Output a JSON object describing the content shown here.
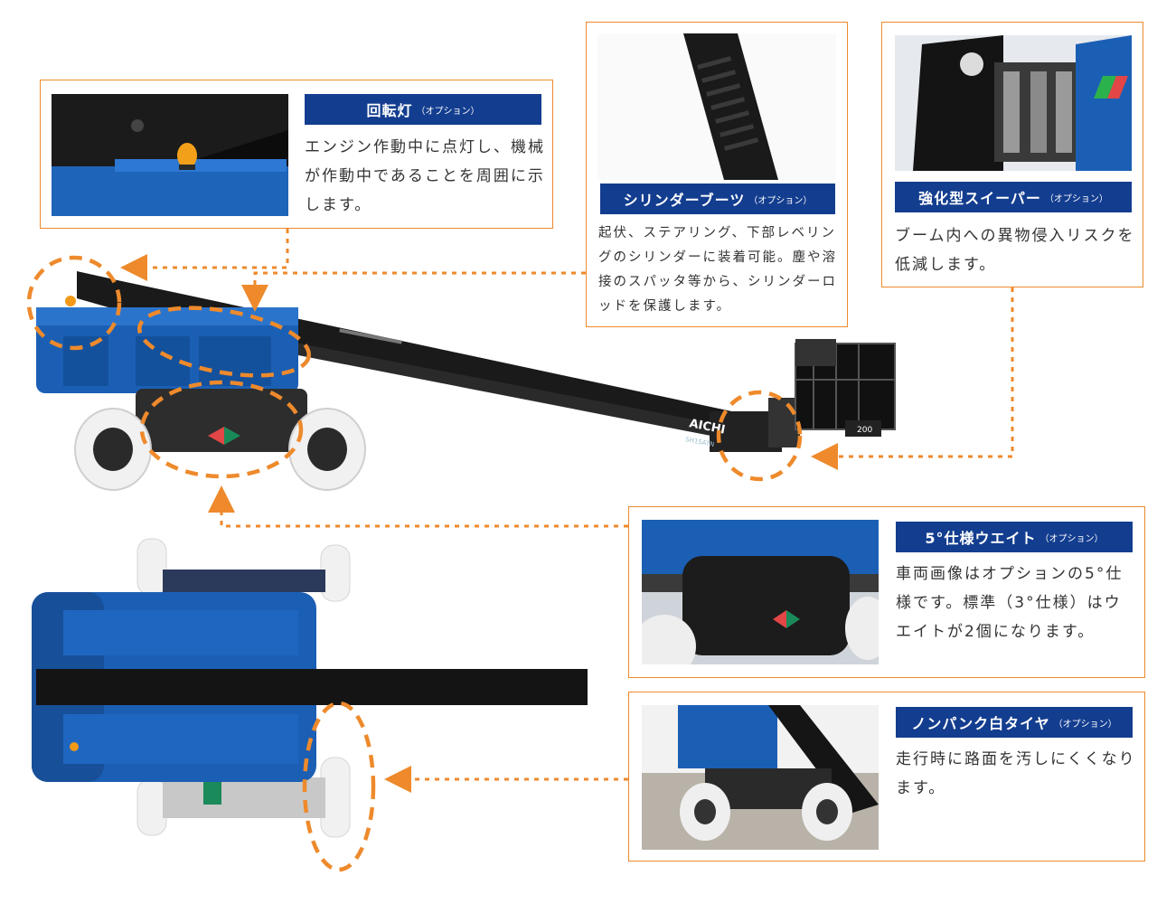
{
  "colors": {
    "accent": "#ee8a2c",
    "title_bg": "#133d8f",
    "machine_blue": "#1b5fb5",
    "boom_black": "#1a1a1a"
  },
  "callouts": [
    {
      "id": "rotating-light",
      "title": "回転灯",
      "option": "（オプション）",
      "description": "エンジン作動中に点灯し、機械が作動中であることを周囲に示します。"
    },
    {
      "id": "cylinder-boots",
      "title": "シリンダーブーツ",
      "option": "（オプション）",
      "description": "起伏、ステアリング、下部レベリングのシリンダーに装着可能。塵や溶接のスパッタ等から、シリンダーロッドを保護します。"
    },
    {
      "id": "reinforced-sweeper",
      "title": "強化型スイーパー",
      "option": "（オプション）",
      "description": "ブーム内への異物侵入リスクを低減します。"
    },
    {
      "id": "weight-5deg",
      "title": "5°仕様ウエイト",
      "option": "（オプション）",
      "description": "車両画像はオプションの5°仕様です。標準（3°仕様）はウエイトが2個になります。"
    },
    {
      "id": "non-puncture-tires",
      "title": "ノンパンク白タイヤ",
      "option": "（オプション）",
      "description": "走行時に路面を汚しにくくなります。"
    }
  ],
  "machine": {
    "boom_brand": "AICHI",
    "boom_model": "SH15ATN",
    "basket_plate": "200"
  }
}
